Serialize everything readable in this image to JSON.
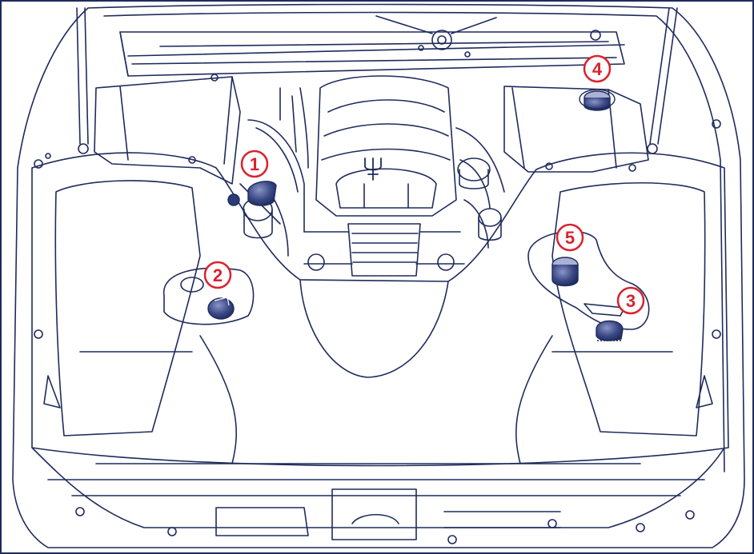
{
  "colors": {
    "line": "#1f2b5c",
    "shade": "#2b3a7a",
    "callout": "#d9232e",
    "background": "#ffffff"
  },
  "callouts": [
    {
      "id": "callout-1",
      "label": "1"
    },
    {
      "id": "callout-2",
      "label": "2"
    },
    {
      "id": "callout-3",
      "label": "3"
    },
    {
      "id": "callout-4",
      "label": "4"
    },
    {
      "id": "callout-5",
      "label": "5"
    }
  ]
}
